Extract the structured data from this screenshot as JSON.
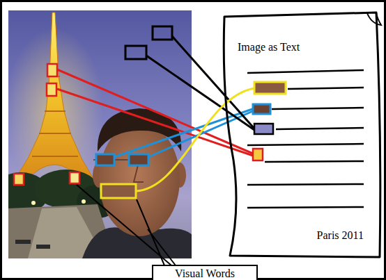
{
  "diagram": {
    "nodes": [
      {
        "text": [
          "Image as Text",
          "Paris 2011"
        ]
      },
      {
        "text": [
          "Visual Words"
        ]
      }
    ]
  }
}
